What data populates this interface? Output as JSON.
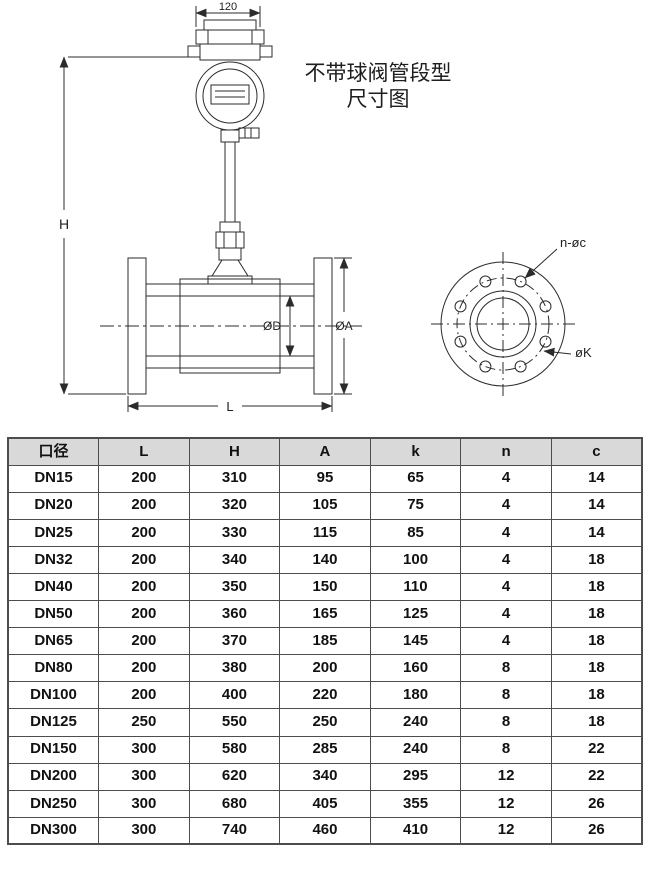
{
  "title": {
    "line1": "不带球阀管段型",
    "line2": "尺寸图"
  },
  "drawing": {
    "dim_width_top": "120",
    "dim_height": "H",
    "dim_inner_diameter": "ØD",
    "dim_flange_diameter": "ØA",
    "dim_length": "L",
    "label_bolt_holes": "n-øc",
    "label_bolt_circle": "øK"
  },
  "table": {
    "headers": [
      "口径",
      "L",
      "H",
      "A",
      "k",
      "n",
      "c"
    ],
    "rows": [
      [
        "DN15",
        "200",
        "310",
        "95",
        "65",
        "4",
        "14"
      ],
      [
        "DN20",
        "200",
        "320",
        "105",
        "75",
        "4",
        "14"
      ],
      [
        "DN25",
        "200",
        "330",
        "115",
        "85",
        "4",
        "14"
      ],
      [
        "DN32",
        "200",
        "340",
        "140",
        "100",
        "4",
        "18"
      ],
      [
        "DN40",
        "200",
        "350",
        "150",
        "110",
        "4",
        "18"
      ],
      [
        "DN50",
        "200",
        "360",
        "165",
        "125",
        "4",
        "18"
      ],
      [
        "DN65",
        "200",
        "370",
        "185",
        "145",
        "4",
        "18"
      ],
      [
        "DN80",
        "200",
        "380",
        "200",
        "160",
        "8",
        "18"
      ],
      [
        "DN100",
        "200",
        "400",
        "220",
        "180",
        "8",
        "18"
      ],
      [
        "DN125",
        "250",
        "550",
        "250",
        "240",
        "8",
        "18"
      ],
      [
        "DN150",
        "300",
        "580",
        "285",
        "240",
        "8",
        "22"
      ],
      [
        "DN200",
        "300",
        "620",
        "340",
        "295",
        "12",
        "22"
      ],
      [
        "DN250",
        "300",
        "680",
        "405",
        "355",
        "12",
        "26"
      ],
      [
        "DN300",
        "300",
        "740",
        "460",
        "410",
        "12",
        "26"
      ]
    ]
  },
  "colors": {
    "line": "#2b2b2b",
    "table_border": "#4d4d4d",
    "header_bg": "#d9d9d9",
    "background": "#ffffff"
  }
}
